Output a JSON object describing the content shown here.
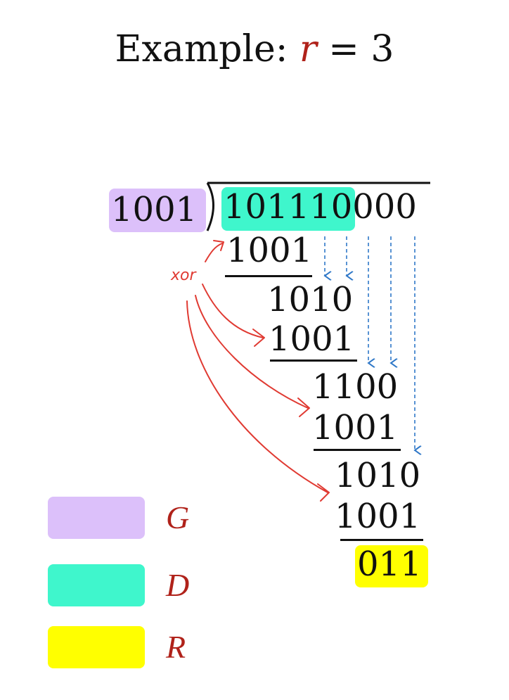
{
  "title": {
    "prefix": "Example: ",
    "variable": "r",
    "relation": " = 3"
  },
  "divisor": "1001",
  "dividend": {
    "data_part": "101110",
    "padding": "000"
  },
  "steps": [
    {
      "subtrahend": "1001",
      "result": "1010"
    },
    {
      "subtrahend": "1001",
      "result": "1100"
    },
    {
      "subtrahend": "1001",
      "result": "1010"
    },
    {
      "subtrahend": "1001",
      "remainder": "011"
    }
  ],
  "annotation": {
    "xor_label": "xor"
  },
  "colors": {
    "generator": "#dcc0fa",
    "data": "#3ff6cc",
    "remainder": "#ffff00",
    "annotation_red": "#e03a32",
    "arrow_blue": "#2f78c8"
  },
  "legend": [
    {
      "label": "G",
      "color": "#dcc0fa"
    },
    {
      "label": "D",
      "color": "#3ff6cc"
    },
    {
      "label": "R",
      "color": "#ffff00"
    }
  ]
}
